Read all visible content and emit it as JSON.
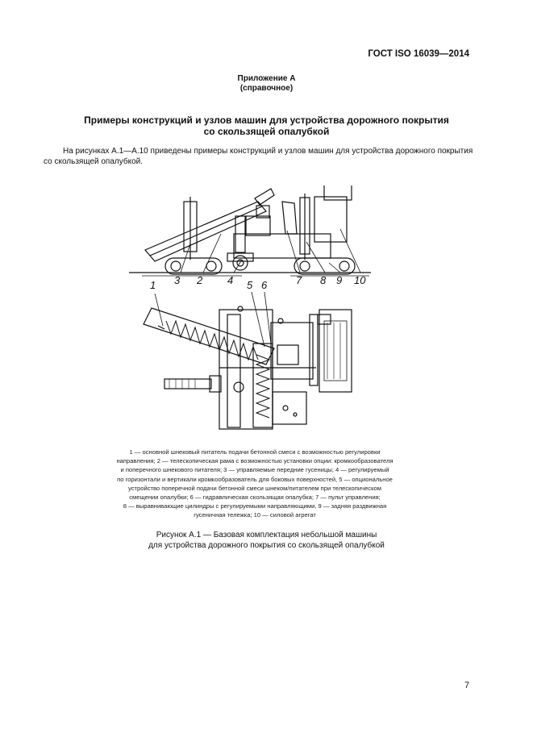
{
  "header": {
    "standard_code": "ГОСТ ISO 16039—2014"
  },
  "appendix": {
    "line1": "Приложение А",
    "line2": "(справочное)"
  },
  "section": {
    "title_line1": "Примеры конструкций и узлов машин для устройства дорожного покрытия",
    "title_line2": "со скользящей опалубкой"
  },
  "intro_text": "На рисунках А.1—А.10 приведены примеры конструкций и узлов машин для устройства дорожного покрытия со скользящей опалубкой.",
  "figure": {
    "callouts_top": [
      "1",
      "3",
      "2",
      "4",
      "5",
      "6",
      "7",
      "8",
      "9",
      "10"
    ],
    "legend_lines": [
      "1 — основной шнековый питатель подачи бетонной смеси с возможностью регулировки",
      "направления; 2 — телескопическая рама с возможностью установки опции: кромкообразователя",
      "и поперечного шнекового питателя; 3 — управляемые передние гусеницы; 4 — регулируемый",
      "по горизонтали и вертикали кромкообразователь для боковых поверхностей, 5 — опциональное",
      "устройство поперечной подачи бетонной смеси шнеком/питателем при телескопическом",
      "смещении опалубки; 6 — гидравлическая скользящая опалубка; 7 — пульт управления;",
      "8 — выравнивающие цилиндры с регулируемыми направляющими, 9 — задняя раздвижная",
      "гусеничная тележка; 10 — силовой агрегат"
    ],
    "caption_line1": "Рисунок А.1 — Базовая комплектация небольшой машины",
    "caption_line2": "для устройства дорожного покрытия со скользящей опалубкой"
  },
  "page_number": "7"
}
